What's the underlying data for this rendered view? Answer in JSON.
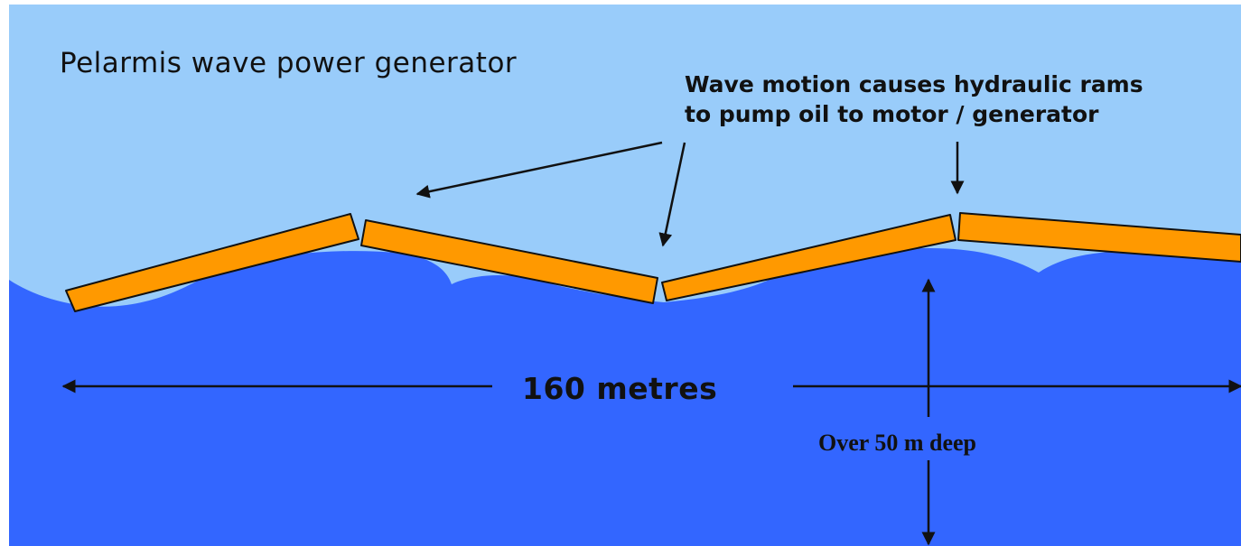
{
  "title": "Pelarmis wave power generator",
  "caption": {
    "line1": "Wave motion causes hydraulic rams",
    "line2": "to pump oil to motor / generator"
  },
  "width_label": "160 metres",
  "depth_label": "Over 50 m deep",
  "colors": {
    "sky": "#99ccfa",
    "sea": "#3366ff",
    "segment": "#ff9900",
    "outline": "#111111"
  }
}
